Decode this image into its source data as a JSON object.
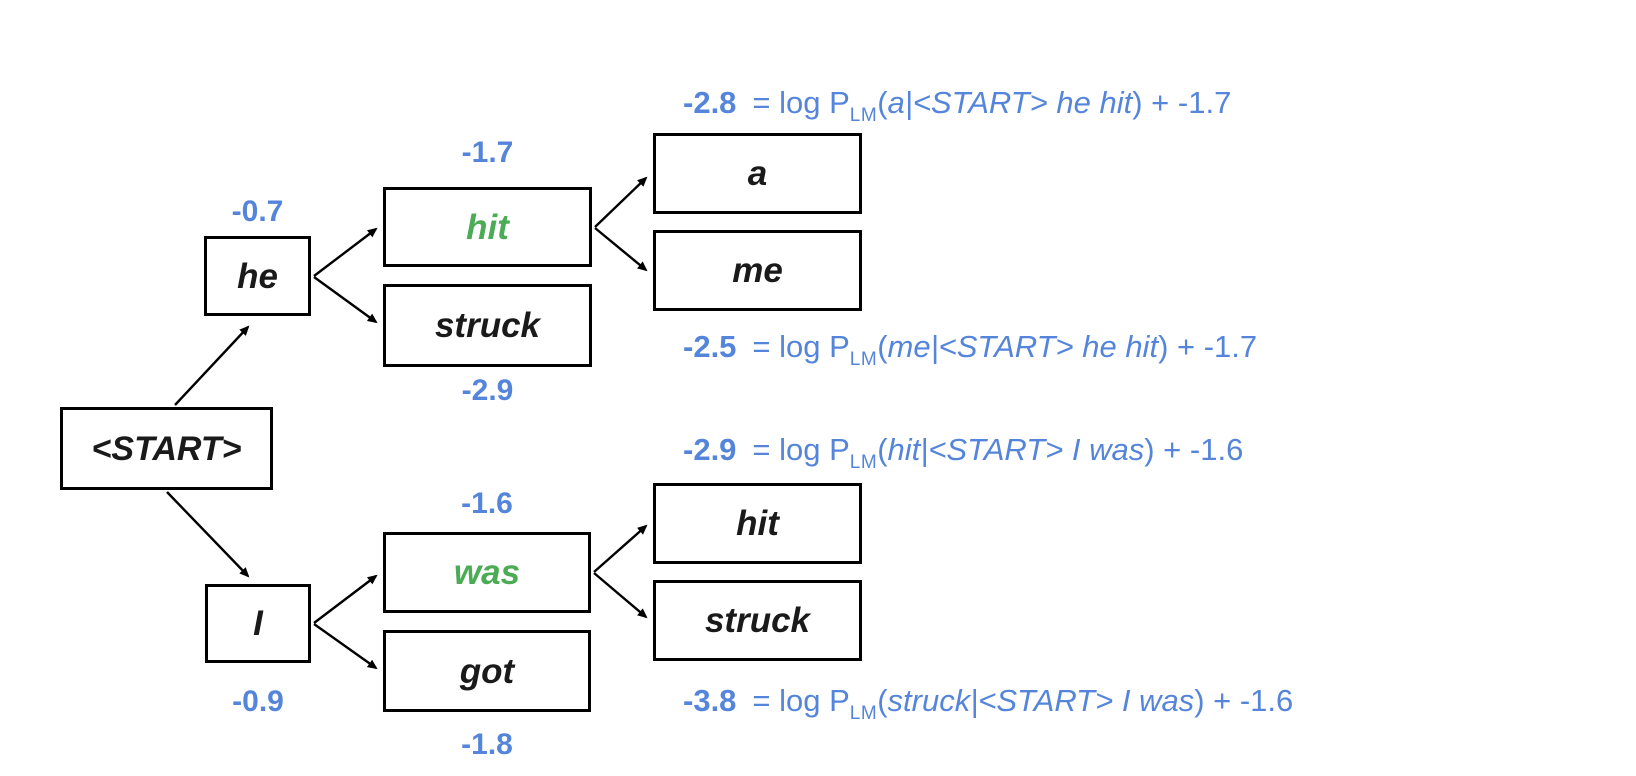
{
  "diagram_title": "beam-search decoding tree with log-probability scores",
  "colors": {
    "score_blue": "#5585db",
    "candidate_green": "#4cab55",
    "ink": "#1a1a1a"
  },
  "nodes": {
    "start": {
      "label": "<START>"
    },
    "he": {
      "label": "he",
      "score": "-0.7"
    },
    "hit1": {
      "label": "hit",
      "score": "-1.7"
    },
    "struck1": {
      "label": "struck",
      "score": "-2.9"
    },
    "a": {
      "label": "a"
    },
    "me": {
      "label": "me"
    },
    "i": {
      "label": "I",
      "score": "-0.9"
    },
    "was": {
      "label": "was",
      "score": "-1.6"
    },
    "got": {
      "label": "got",
      "score": "-1.8"
    },
    "hit2": {
      "label": "hit"
    },
    "struck2": {
      "label": "struck"
    }
  },
  "equations": [
    {
      "score": "-2.8",
      "fn": "= log P",
      "sub": "LM",
      "open": "(",
      "arg": "a|<START> he hit",
      "tail": ") + -1.7"
    },
    {
      "score": "-2.5",
      "fn": "= log P",
      "sub": "LM",
      "open": "(",
      "arg": "me|<START> he hit",
      "tail": ") + -1.7"
    },
    {
      "score": "-2.9",
      "fn": "= log P",
      "sub": "LM",
      "open": "(",
      "arg": "hit|<START> I was",
      "tail": ") + -1.6"
    },
    {
      "score": "-3.8",
      "fn": "= log P",
      "sub": "LM",
      "open": "(",
      "arg": "struck|<START> I was",
      "tail": ") + -1.6"
    }
  ]
}
